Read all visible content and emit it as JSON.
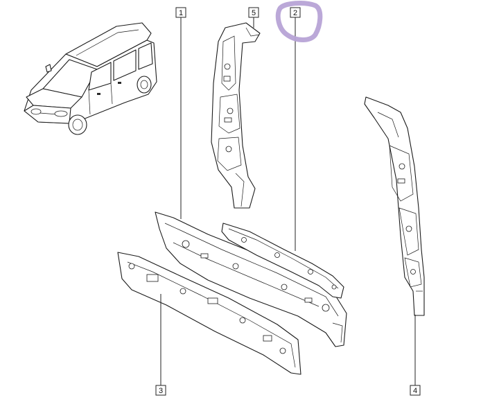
{
  "callouts": [
    {
      "id": "1",
      "label": "1"
    },
    {
      "id": "2",
      "label": "2"
    },
    {
      "id": "3",
      "label": "3"
    },
    {
      "id": "4",
      "label": "4"
    },
    {
      "id": "5",
      "label": "5"
    }
  ],
  "colors": {
    "background": "#ffffff",
    "line": "#1a1a1a",
    "highlight_circle": "#b7a3d6"
  },
  "icons": {
    "vehicle": "vehicle-outline-icon",
    "part_1": "floor-rail-part",
    "part_2": "small-rail-part",
    "part_3": "sill-rail-part",
    "part_4": "rear-pillar-part",
    "part_5": "center-pillar-part"
  }
}
